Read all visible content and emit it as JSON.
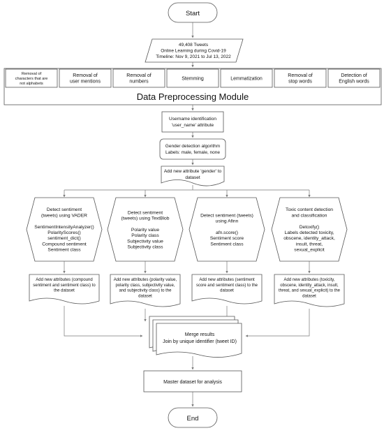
{
  "start": "Start",
  "end": "End",
  "input": [
    "49,408 Tweets",
    "Online Learning during Covid-19",
    "Timeline: Nov 9, 2021 to Jul 13, 2022"
  ],
  "preprocessing": {
    "steps": [
      [
        "Removal of",
        "characters that are",
        "not alphabets"
      ],
      [
        "Removal of",
        "user mentions"
      ],
      [
        "Removal of",
        "numbers"
      ],
      [
        "Stemming"
      ],
      [
        "Lemmatization"
      ],
      [
        "Removal of",
        "stop words"
      ],
      [
        "Detection of",
        "English words"
      ]
    ],
    "title": "Data Preprocessing Module"
  },
  "username": [
    "Username identification",
    "'user_name' attribute"
  ],
  "gender_algo": [
    "Gender detection algorithm",
    "Labels: male, female, none"
  ],
  "gender_attr": [
    "Add new attribute 'gender' to",
    "dataset"
  ],
  "branches": [
    {
      "process": [
        "Detect sentiment",
        "(tweets) using VADER",
        "",
        "SentimentIntensityAnalyzer()",
        "PolarityScores()",
        "sentiment_dict()",
        "Compound sentiment",
        "Sentiment class"
      ],
      "output": [
        "Add new attributes (compound",
        "sentiment and sentiment class) to",
        "the dataset"
      ]
    },
    {
      "process": [
        "Detect sentiment",
        "(tweets) using TextBlob",
        "",
        "Polarity value",
        "Polarity class",
        "Subjectivity value",
        "Subjectivity class"
      ],
      "output": [
        "Add new attributes (polarity value,",
        "polarity class, subjectivity value,",
        "and subjectivity class) to the",
        "dataset"
      ]
    },
    {
      "process": [
        "Detect sentiment (tweets)",
        "using Afinn",
        "",
        "afn.score()",
        "Sentiment score",
        "Sentiment class"
      ],
      "output": [
        "Add new attributes (sentiment",
        "score and sentiment class) to the",
        "dataset"
      ]
    },
    {
      "process": [
        "Toxic content detection",
        "and classification",
        "",
        "Detoxify()",
        "Labels detected toxicity,",
        "obscene, identity_attack,",
        "insult, threat,",
        "sexual_explicit"
      ],
      "output": [
        "Add new attributes (toxicity,",
        "obscene, identity_attack, insult,",
        "threat, and sexual_explicit) to the",
        "dataset"
      ]
    }
  ],
  "merge": [
    "Merge results",
    "Join by unique identifier (tweet ID)"
  ],
  "master": "Master dataset for analysis"
}
